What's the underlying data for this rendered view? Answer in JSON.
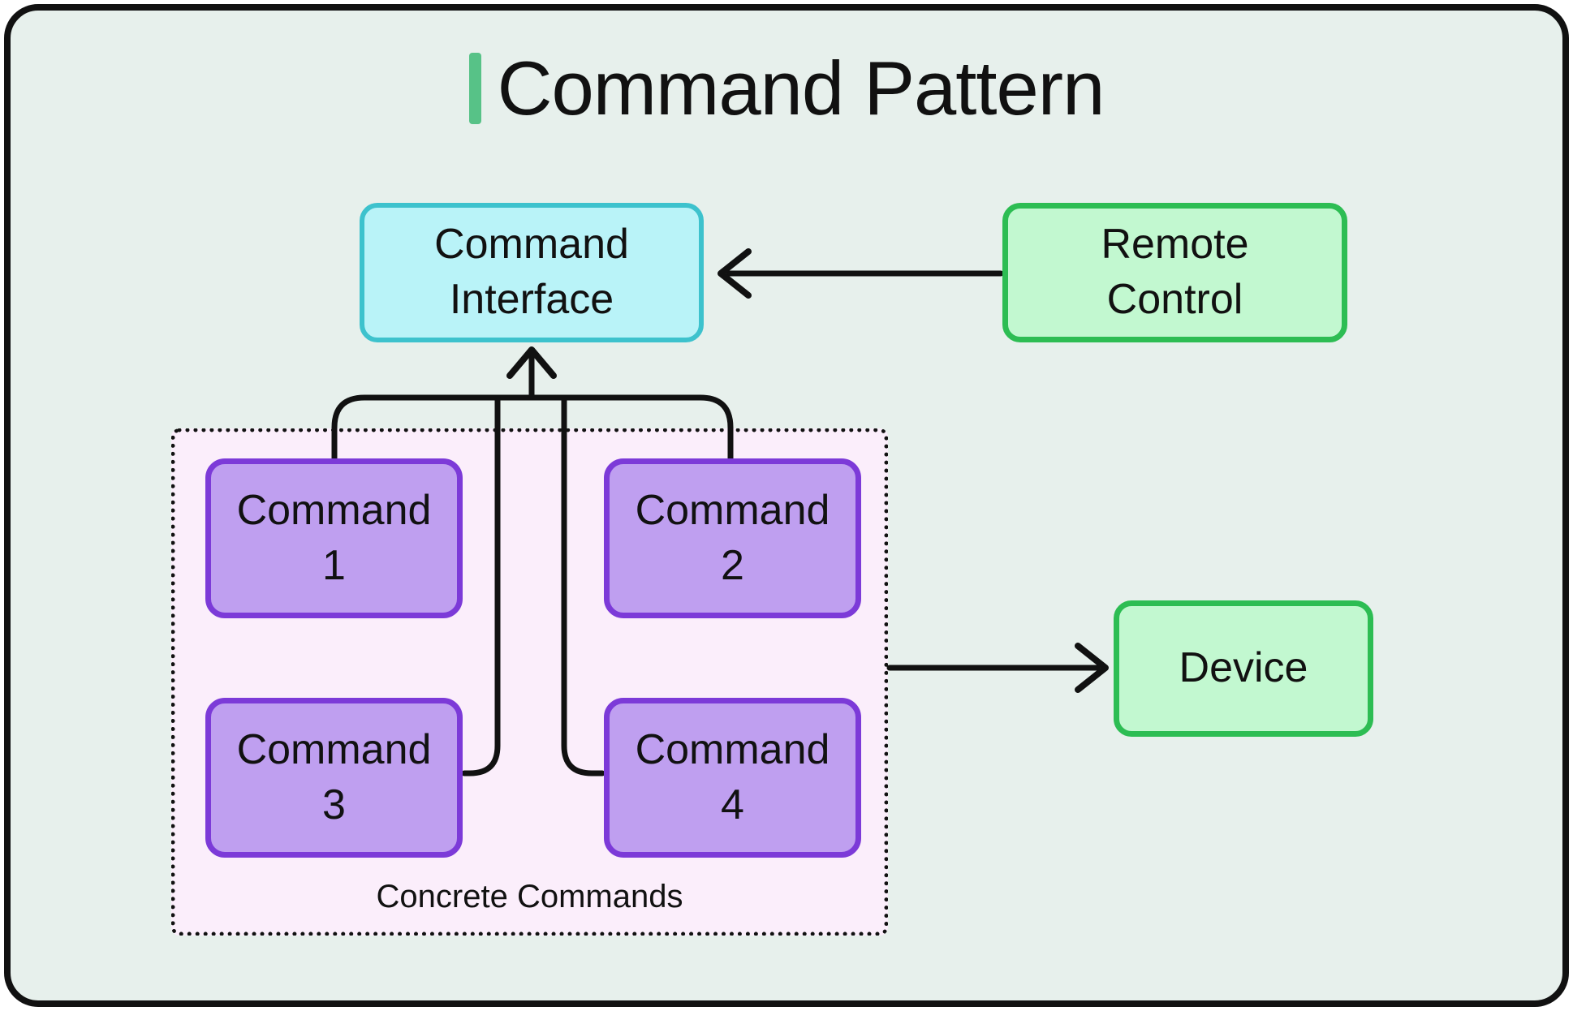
{
  "title": {
    "text": "Command Pattern"
  },
  "nodes": {
    "command_interface": {
      "label": "Command\nInterface"
    },
    "remote_control": {
      "label": "Remote\nControl"
    },
    "device": {
      "label": "Device"
    },
    "command_1": {
      "label": "Command\n1"
    },
    "command_2": {
      "label": "Command\n2"
    },
    "command_3": {
      "label": "Command\n3"
    },
    "command_4": {
      "label": "Command\n4"
    }
  },
  "group": {
    "label": "Concrete Commands"
  },
  "colors": {
    "canvas-bg": "#e7f0ec",
    "frame-border": "#111111",
    "accent-green": "#57c287",
    "interface-fill": "#b9f3f8",
    "interface-border": "#3dc2cd",
    "green-fill": "#c2f8d0",
    "green-border": "#2dbd53",
    "purple-fill": "#bf9ff0",
    "purple-border": "#7c3ad8",
    "group-fill": "#fbeefb",
    "line-color": "#111111",
    "text-color": "#111111"
  }
}
